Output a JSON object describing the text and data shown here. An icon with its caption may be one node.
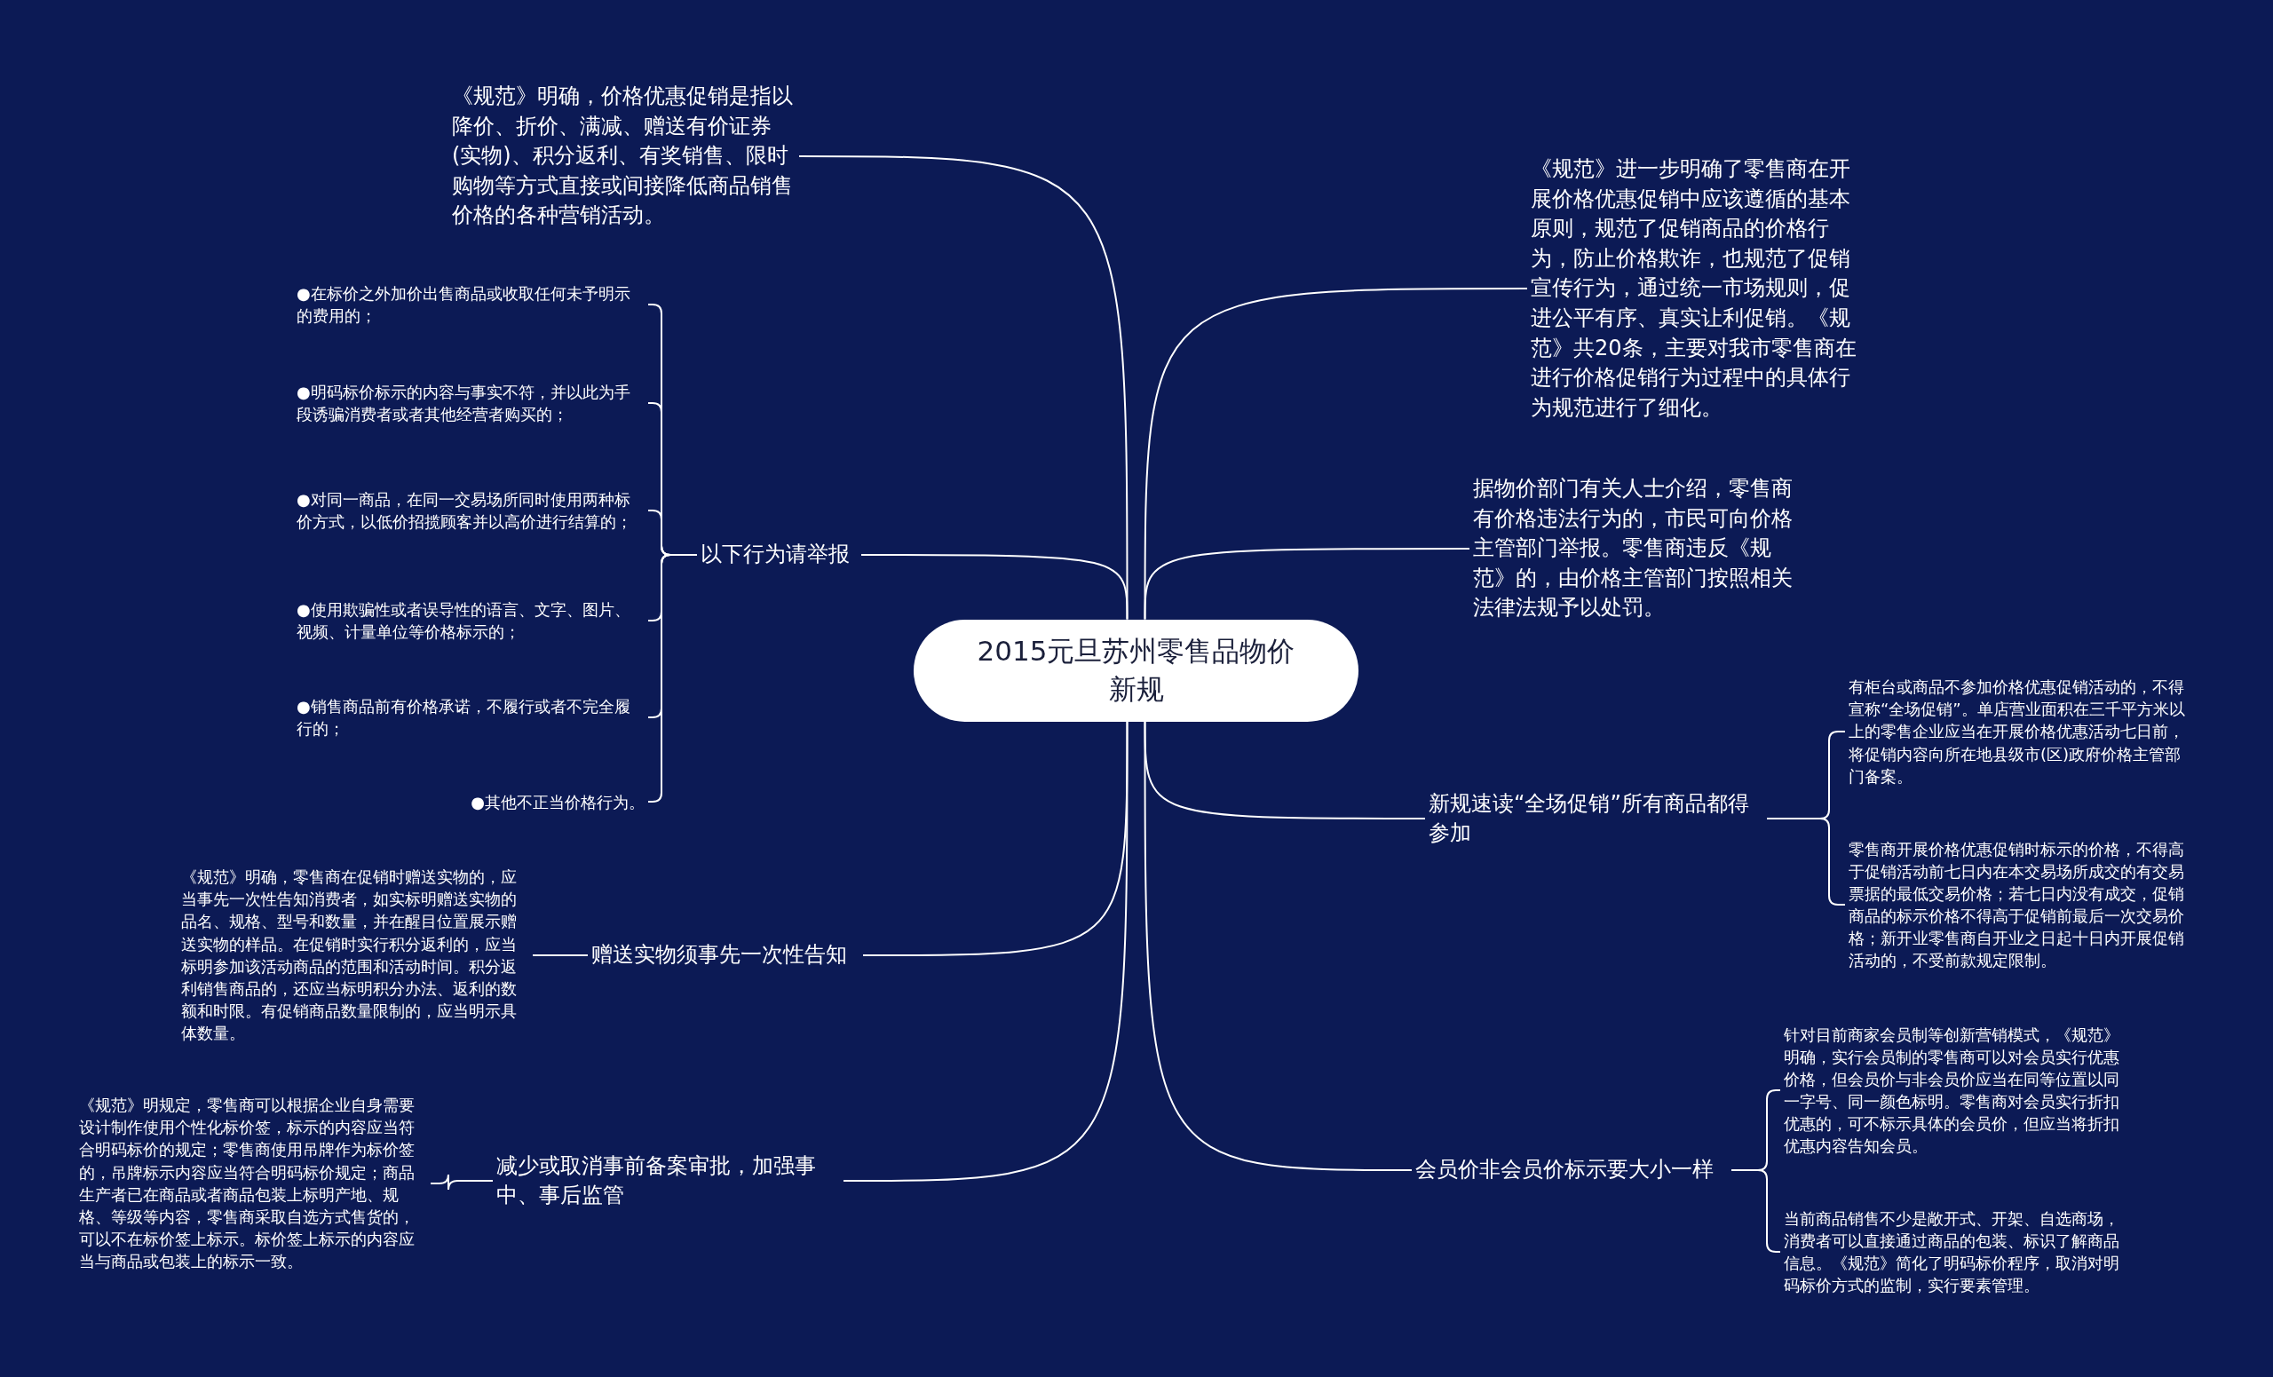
{
  "diagram": {
    "nodes": [
      {
        "text": [
          "2015元旦苏州零售品物价新规"
        ]
      },
      {
        "text": [
          "《规范》明确，价格优惠促销是指以降价、折价、满减、赠送有价证券(实物)、积分返利、有奖销售、限时购物等方式直接或间接降低商品销售价格的各种营销活动。"
        ]
      },
      {
        "text": [
          "以下行为请举报"
        ]
      },
      {
        "text": [
          "●在标价之外加价出售商品或收取任何未予明示的费用的；"
        ]
      },
      {
        "text": [
          "●明码标价标示的内容与事实不符，并以此为手段诱骗消费者或者其他经营者购买的；"
        ]
      },
      {
        "text": [
          "●对同一商品，在同一交易场所同时使用两种标价方式，以低价招揽顾客并以高价进行结算的；"
        ]
      },
      {
        "text": [
          "●使用欺骗性或者误导性的语言、文字、图片、视频、计量单位等价格标示的；"
        ]
      },
      {
        "text": [
          "●销售商品前有价格承诺，不履行或者不完全履行的；"
        ]
      },
      {
        "text": [
          "●其他不正当价格行为。"
        ]
      },
      {
        "text": [
          "赠送实物须事先一次性告知"
        ]
      },
      {
        "text": [
          "《规范》明确，零售商在促销时赠送实物的，应当事先一次性告知消费者，如实标明赠送实物的品名、规格、型号和数量，并在醒目位置展示赠送实物的样品。在促销时实行积分返利的，应当标明参加该活动商品的范围和活动时间。积分返利销售商品的，还应当标明积分办法、返利的数额和时限。有促销商品数量限制的，应当明示具体数量。"
        ]
      },
      {
        "text": [
          "减少或取消事前备案审批，加强事中、事后监管"
        ]
      },
      {
        "text": [
          "《规范》明规定，零售商可以根据企业自身需要设计制作使用个性化标价签，标示的内容应当符合明码标价的规定；零售商使用吊牌作为标价签的，吊牌标示内容应当符合明码标价规定；商品生产者已在商品或者商品包装上标明产地、规格、等级等内容，零售商采取自选方式售货的，可以不在标价签上标示。标价签上标示的内容应当与商品或包装上的标示一致。"
        ]
      },
      {
        "text": [
          "《规范》进一步明确了零售商在开展价格优惠促销中应该遵循的基本原则，规范了促销商品的价格行为，防止价格欺诈，也规范了促销宣传行为，通过统一市场规则，促进公平有序、真实让利促销。《规范》共20条，主要对我市零售商在进行价格促销行为过程中的具体行为规范进行了细化。"
        ]
      },
      {
        "text": [
          "据物价部门有关人士介绍，零售商有价格违法行为的，市民可向价格主管部门举报。零售商违反《规范》的，由价格主管部门按照相关法律法规予以处罚。"
        ]
      },
      {
        "text": [
          "新规速读“全场促销”所有商品都得参加"
        ]
      },
      {
        "text": [
          "有柜台或商品不参加价格优惠促销活动的，不得宣称“全场促销”。单店营业面积在三千平方米以上的零售企业应当在开展价格优惠活动七日前，将促销内容向所在地县级市(区)政府价格主管部门备案。"
        ]
      },
      {
        "text": [
          "零售商开展价格优惠促销时标示的价格，不得高于促销活动前七日内在本交易场所成交的有交易票据的最低交易价格；若七日内没有成交，促销商品的标示价格不得高于促销前最后一次交易价格；新开业零售商自开业之日起十日内开展促销活动的，不受前款规定限制。"
        ]
      },
      {
        "text": [
          "会员价非会员价标示要大小一样"
        ]
      },
      {
        "text": [
          "针对目前商家会员制等创新营销模式，《规范》明确，实行会员制的零售商可以对会员实行优惠价格，但会员价与非会员价应当在同等位置以同一字号、同一颜色标明。零售商对会员实行折扣优惠的，可不标示具体的会员价，但应当将折扣优惠内容告知会员。"
        ]
      },
      {
        "text": [
          "当前商品销售不少是敞开式、开架、自选商场，消费者可以直接通过商品的包装、标识了解商品信息。《规范》简化了明码标价程序，取消对明码标价方式的监制，实行要素管理。"
        ]
      }
    ],
    "edges": [
      {
        "from": 0,
        "to": 1,
        "arrow": "none"
      },
      {
        "from": 0,
        "to": 2,
        "arrow": "none"
      },
      {
        "from": 2,
        "to": 3,
        "arrow": "none"
      },
      {
        "from": 2,
        "to": 4,
        "arrow": "none"
      },
      {
        "from": 2,
        "to": 5,
        "arrow": "none"
      },
      {
        "from": 2,
        "to": 6,
        "arrow": "none"
      },
      {
        "from": 2,
        "to": 7,
        "arrow": "none"
      },
      {
        "from": 2,
        "to": 8,
        "arrow": "none"
      },
      {
        "from": 0,
        "to": 9,
        "arrow": "none"
      },
      {
        "from": 9,
        "to": 10,
        "arrow": "none"
      },
      {
        "from": 0,
        "to": 11,
        "arrow": "none"
      },
      {
        "from": 11,
        "to": 12,
        "arrow": "none"
      },
      {
        "from": 0,
        "to": 13,
        "arrow": "none"
      },
      {
        "from": 0,
        "to": 14,
        "arrow": "none"
      },
      {
        "from": 0,
        "to": 15,
        "arrow": "none"
      },
      {
        "from": 15,
        "to": 16,
        "arrow": "none"
      },
      {
        "from": 15,
        "to": 17,
        "arrow": "none"
      },
      {
        "from": 0,
        "to": 18,
        "arrow": "none"
      },
      {
        "from": 18,
        "to": 19,
        "arrow": "none"
      },
      {
        "from": 18,
        "to": 20,
        "arrow": "none"
      }
    ]
  }
}
